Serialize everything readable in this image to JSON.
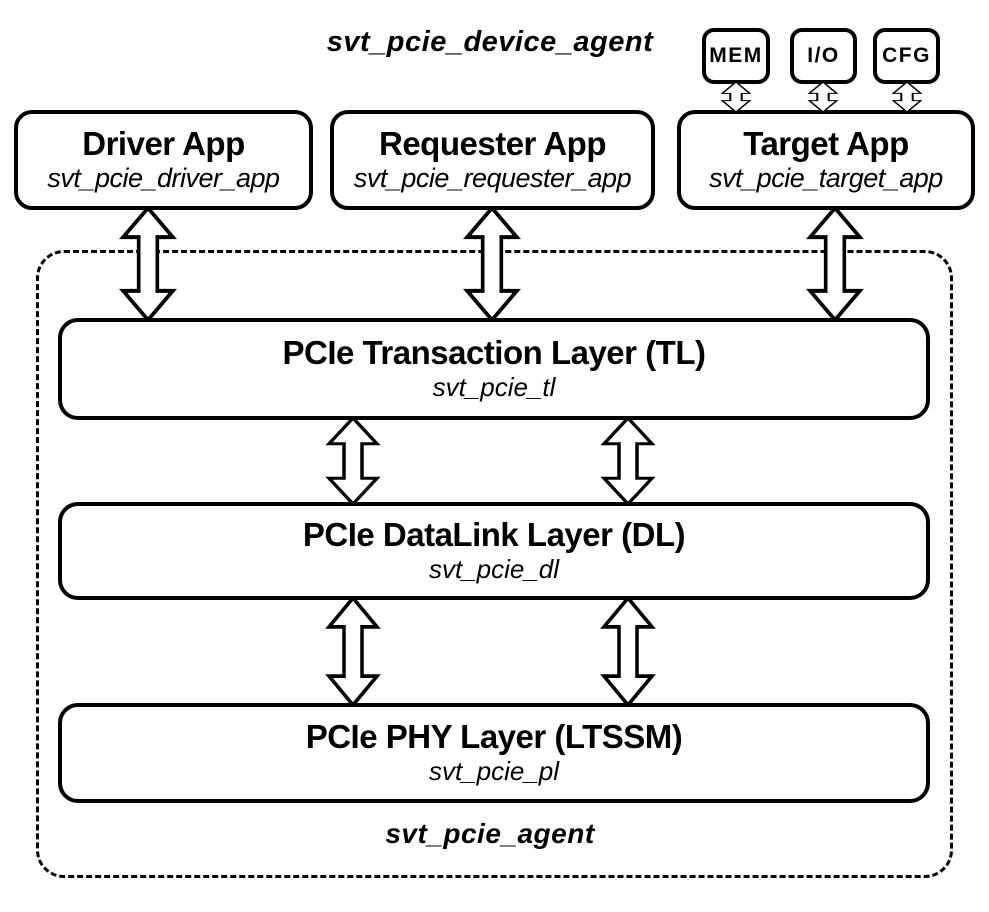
{
  "diagram": {
    "title": "svt_pcie_device_agent",
    "ports": [
      {
        "label": "MEM"
      },
      {
        "label": "I/O"
      },
      {
        "label": "CFG"
      }
    ],
    "apps": [
      {
        "name": "Driver App",
        "component": "svt_pcie_driver_app"
      },
      {
        "name": "Requester App",
        "component": "svt_pcie_requester_app"
      },
      {
        "name": "Target App",
        "component": "svt_pcie_target_app"
      }
    ],
    "layers": [
      {
        "name": "PCIe Transaction Layer (TL)",
        "component": "svt_pcie_tl"
      },
      {
        "name": "PCIe DataLink Layer (DL)",
        "component": "svt_pcie_dl"
      },
      {
        "name": "PCIe PHY Layer (LTSSM)",
        "component": "svt_pcie_pl"
      }
    ],
    "agent_label": "svt_pcie_agent",
    "colors": {
      "line": "#000000",
      "background": "#ffffff"
    }
  }
}
